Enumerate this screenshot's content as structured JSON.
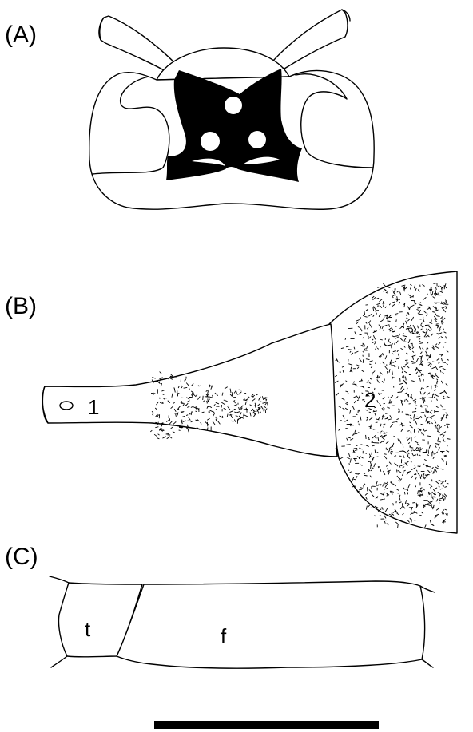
{
  "panels": [
    {
      "label": "(A)",
      "parts": []
    },
    {
      "label": "(B)",
      "parts": [
        "1",
        "2"
      ]
    },
    {
      "label": "(C)",
      "parts": [
        "t",
        "f"
      ]
    }
  ],
  "colors": {
    "line": "#000000",
    "background": "#ffffff"
  }
}
